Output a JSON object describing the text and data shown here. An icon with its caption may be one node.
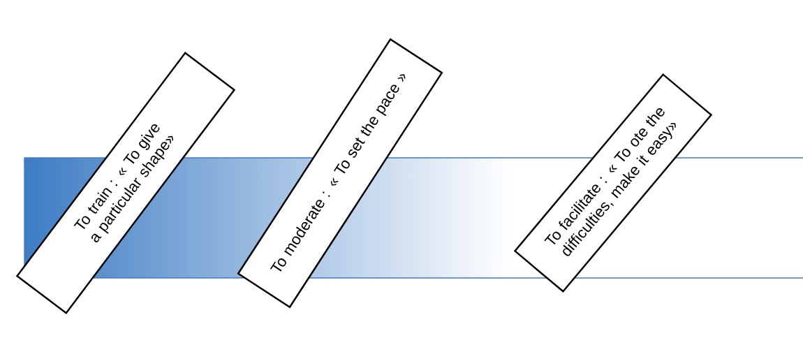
{
  "diagram": {
    "nodes": [
      {
        "text": [
          "To train : « To give a particular shape»"
        ]
      },
      {
        "text": [
          "To moderate : « To set the pace »"
        ]
      },
      {
        "text": [
          "To facilitate : « To ote the difficulties, make it easy»"
        ]
      }
    ]
  }
}
